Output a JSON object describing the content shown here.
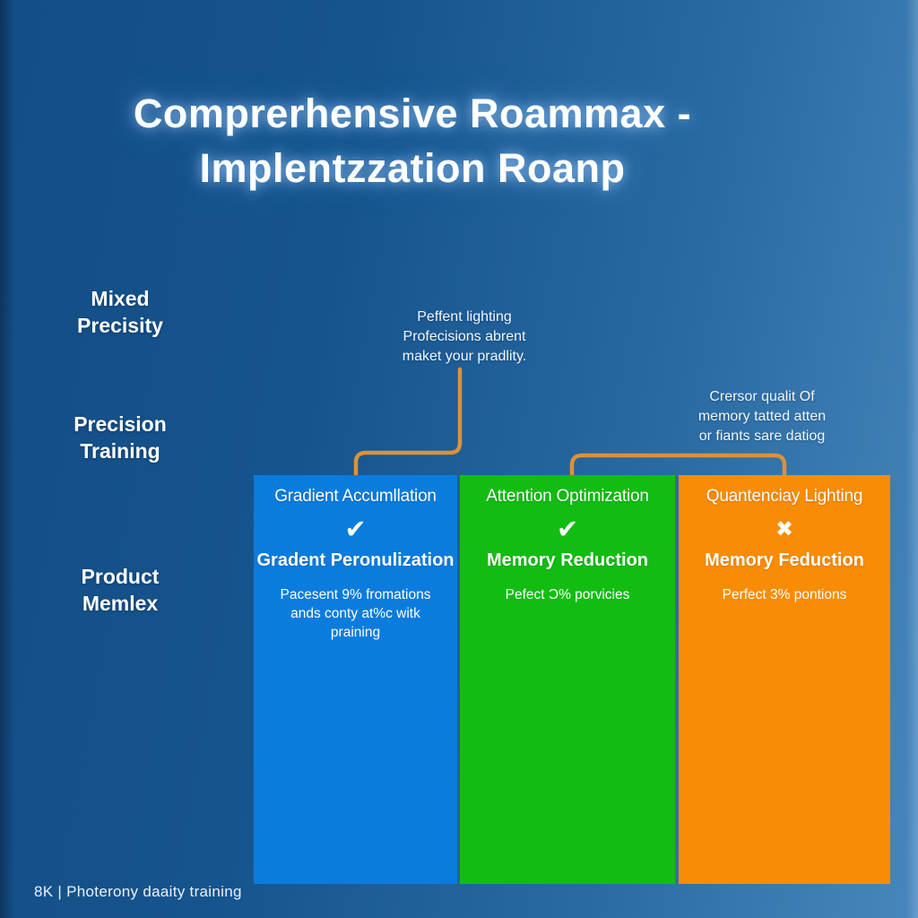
{
  "title": {
    "line1": "Comprerhensive Roammax -",
    "line2": "Implentzzation Roanp"
  },
  "left_labels": [
    {
      "line1": "Mixed",
      "line2": "Precisity"
    },
    {
      "line1": "Precision",
      "line2": "Training"
    },
    {
      "line1": "Product",
      "line2": "Memlex"
    }
  ],
  "annotations": {
    "center": {
      "line1": "Peffent lighting",
      "line2": "Profecisions abrent",
      "line3": "maket your pradlity."
    },
    "right": {
      "line1": "Crersor qualit Of",
      "line2": "memory tatted atten",
      "line3": "or fiants sare datiog"
    }
  },
  "columns": [
    {
      "header": "Gradient Accumllation",
      "mark": "✔",
      "mark_icon": "check-icon",
      "subtitle": "Gradent Peronulization",
      "body_line1": "Pacesent 9% fromations",
      "body_line2": "ands conty at%c witk",
      "body_line3": "praining",
      "color": "#0b7cdd"
    },
    {
      "header": "Attention Optimization",
      "mark": "✔",
      "mark_icon": "check-icon",
      "subtitle": "Memory Reduction",
      "body_line1": "Pefect Ɔ% porvicies",
      "body_line2": "",
      "body_line3": "",
      "color": "#12bd12"
    },
    {
      "header": "Quantenciay Lighting",
      "mark": "✖",
      "mark_icon": "x-icon",
      "subtitle": "Memory Feduction",
      "body_line1": "Perfect 3% pontions",
      "body_line2": "",
      "body_line3": "",
      "color": "#f98c05"
    }
  ],
  "footer": "8K | Photerony daaity training",
  "colors": {
    "background_left": "#134e86",
    "background_right": "#4787bb",
    "connector": "#dd9138",
    "column_blue": "#0b7cdd",
    "column_green": "#12bd12",
    "column_orange": "#f98c05"
  }
}
